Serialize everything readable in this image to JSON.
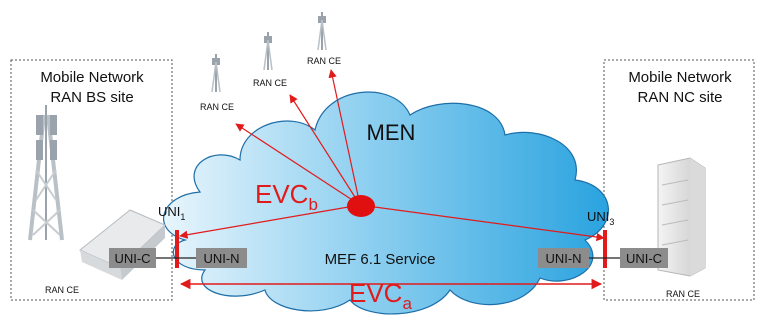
{
  "left_site": {
    "title_line1": "Mobile Network",
    "title_line2": "RAN BS site",
    "ce_label": "RAN CE"
  },
  "right_site": {
    "title_line1": "Mobile Network",
    "title_line2": "RAN NC site",
    "ce_label": "RAN CE"
  },
  "cloud": {
    "label": "MEN",
    "service_label": "MEF 6.1 Service"
  },
  "towers": [
    {
      "label": "RAN CE"
    },
    {
      "label": "RAN CE"
    },
    {
      "label": "RAN CE"
    }
  ],
  "uni_left": {
    "main": "UNI",
    "sub": "1"
  },
  "uni_right": {
    "main": "UNI",
    "sub": "3"
  },
  "boxes": {
    "left_c": "UNI-C",
    "left_n": "UNI-N",
    "right_n": "UNI-N",
    "right_c": "UNI-C"
  },
  "evc_b": {
    "main": "EVC",
    "sub": "b"
  },
  "evc_a": {
    "main": "EVC",
    "sub": "a"
  },
  "colors": {
    "evc": "#e11b1b",
    "box_fill": "#8c8c8c",
    "cloud_dark": "#2aa3df",
    "cloud_light": "#dff1fb"
  }
}
